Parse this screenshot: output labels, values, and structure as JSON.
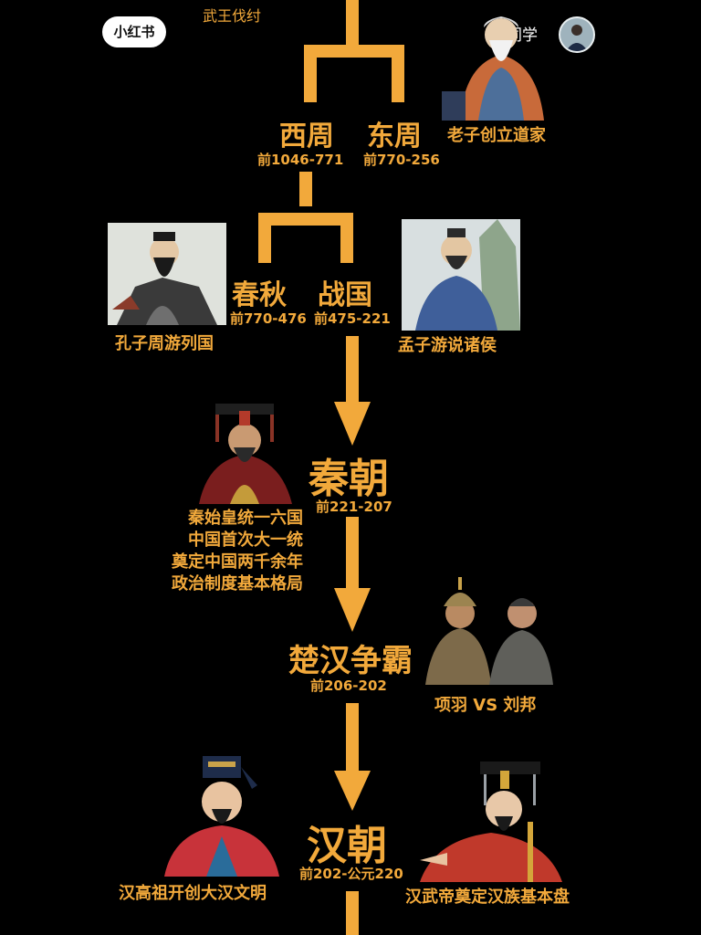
{
  "header": {
    "app_badge": "小红书",
    "author_name": "刘同学",
    "top_label": "武王伐纣"
  },
  "eras": {
    "western_zhou": {
      "name": "西周",
      "date": "前1046-771"
    },
    "eastern_zhou": {
      "name": "东周",
      "date": "前770-256"
    },
    "spring_autumn": {
      "name": "春秋",
      "date": "前770-476"
    },
    "warring_states": {
      "name": "战国",
      "date": "前475-221"
    },
    "qin": {
      "name": "秦朝",
      "date": "前221-207"
    },
    "chu_han": {
      "name": "楚汉争霸",
      "date": "前206-202"
    },
    "han": {
      "name": "汉朝",
      "date": "前202-公元220"
    }
  },
  "captions": {
    "laozi": "老子创立道家",
    "confucius": "孔子周游列国",
    "mencius": "孟子游说诸侯",
    "xiang_liu": "项羽 VS 刘邦",
    "han_gaozu": "汉高祖开创大汉文明",
    "han_wudi": "汉武帝奠定汉族基本盘"
  },
  "qin_note": [
    "秦始皇统一六国",
    "中国首次大一统",
    "奠定中国两千余年",
    "政治制度基本格局"
  ],
  "colors": {
    "accent": "#f2a93b",
    "background": "#000000"
  }
}
